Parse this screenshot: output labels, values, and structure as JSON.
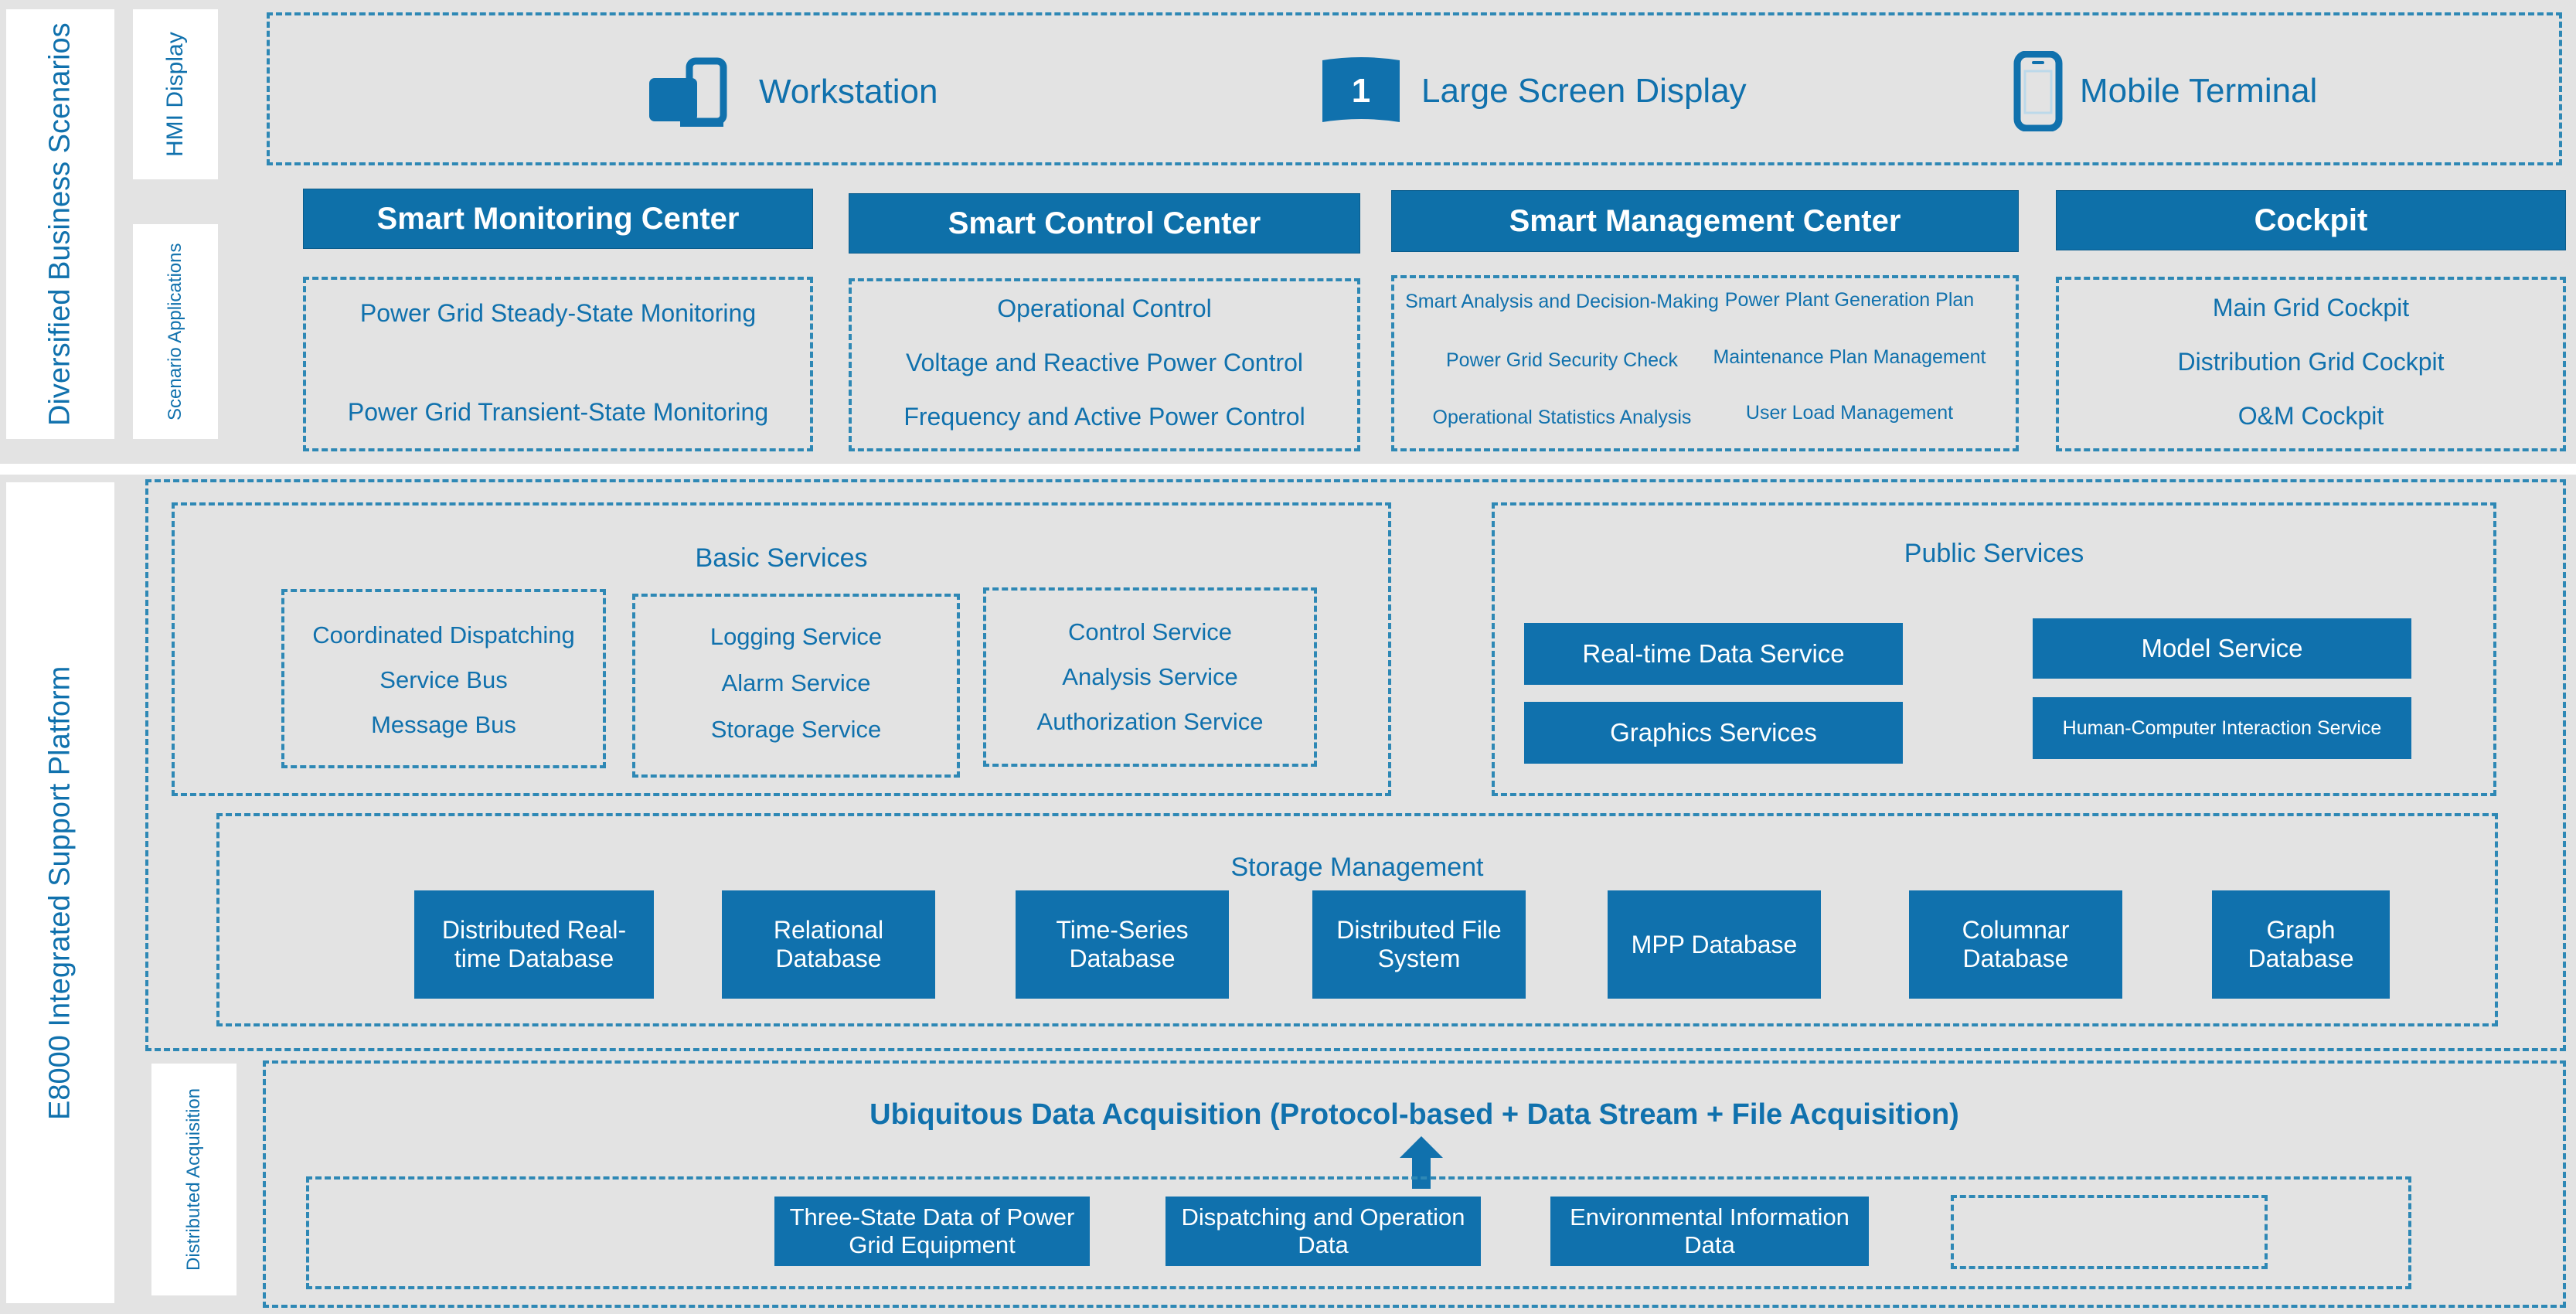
{
  "sidebar": {
    "tier1_label": "Diversified Business Scenarios",
    "tier2_label": "E8000 Integrated Support Platform",
    "sub_labels": {
      "hmi": "HMI Display",
      "scenario": "Scenario Applications",
      "acquisition": "Distributed Acquisition"
    }
  },
  "hmi_row": {
    "devices": [
      {
        "icon": "workstation-icon",
        "label": "Workstation"
      },
      {
        "icon": "large-screen-icon",
        "label": "Large Screen Display",
        "badge": "1"
      },
      {
        "icon": "mobile-phone-icon",
        "label": "Mobile Terminal"
      }
    ]
  },
  "centers": [
    {
      "title": "Smart Monitoring Center",
      "layout": "single",
      "items": [
        "Power Grid Steady-State Monitoring",
        "Power Grid Transient-State Monitoring"
      ]
    },
    {
      "title": "Smart Control Center",
      "layout": "single",
      "items": [
        "Operational Control",
        "Voltage and Reactive Power Control",
        "Frequency and Active Power Control"
      ]
    },
    {
      "title": "Smart Management Center",
      "layout": "two-column",
      "col_left": [
        "Smart Analysis and Decision-Making",
        "Power Grid Security Check",
        "Operational Statistics Analysis"
      ],
      "col_right": [
        "Power Plant Generation Plan",
        "Maintenance Plan Management",
        "User Load Management"
      ]
    },
    {
      "title": "Cockpit",
      "layout": "single",
      "items": [
        "Main Grid Cockpit",
        "Distribution Grid Cockpit",
        "O&M Cockpit"
      ]
    }
  ],
  "basic_services": {
    "title": "Basic Services",
    "groups": [
      {
        "items": [
          "Coordinated Dispatching",
          "Service Bus",
          "Message Bus"
        ]
      },
      {
        "items": [
          "Logging Service",
          "Alarm Service",
          "Storage Service"
        ]
      },
      {
        "items": [
          "Control Service",
          "Analysis Service",
          "Authorization Service"
        ]
      }
    ]
  },
  "public_services": {
    "title": "Public Services",
    "tiles": [
      {
        "label": "Real-time Data Service",
        "size": "normal"
      },
      {
        "label": "Model Service",
        "size": "normal"
      },
      {
        "label": "Graphics Services",
        "size": "normal"
      },
      {
        "label": "Human-Computer Interaction Service",
        "size": "small"
      }
    ]
  },
  "storage_management": {
    "title": "Storage Management",
    "databases": [
      "Distributed Real-time Database",
      "Relational Database",
      "Time-Series Database",
      "Distributed File System",
      "MPP Database",
      "Columnar Database",
      "Graph Database"
    ]
  },
  "acquisition": {
    "title": "Ubiquitous Data Acquisition (Protocol-based + Data Stream + File Acquisition)",
    "arrow": "up-arrow-icon",
    "sources": [
      "Three-State Data of Power Grid Equipment",
      "Dispatching and Operation Data",
      "Environmental Information Data"
    ],
    "placeholder_slot": ""
  },
  "colors": {
    "accent_blue": "#1071AD",
    "bar_blue": "#0E70A9",
    "dash_blue": "#2E88B5",
    "panel_gray": "#E3E3E3",
    "page_white": "#FFFFFF"
  }
}
